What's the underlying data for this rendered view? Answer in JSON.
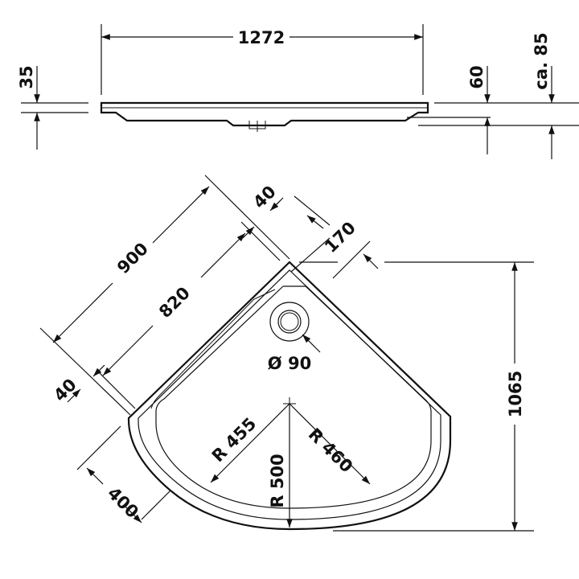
{
  "dimensions": {
    "width_total": "1272",
    "height_edge": "35",
    "height_mid": "60",
    "height_total": "ca. 85",
    "side_outer": "900",
    "side_inner": "820",
    "rim_top": "40",
    "rim_left": "40",
    "drain_offset": "170",
    "corner_offset": "400",
    "depth_total": "1065",
    "drain_diameter": "Ø 90",
    "radius_455": "R 455",
    "radius_460": "R 460",
    "radius_500": "R 500"
  }
}
